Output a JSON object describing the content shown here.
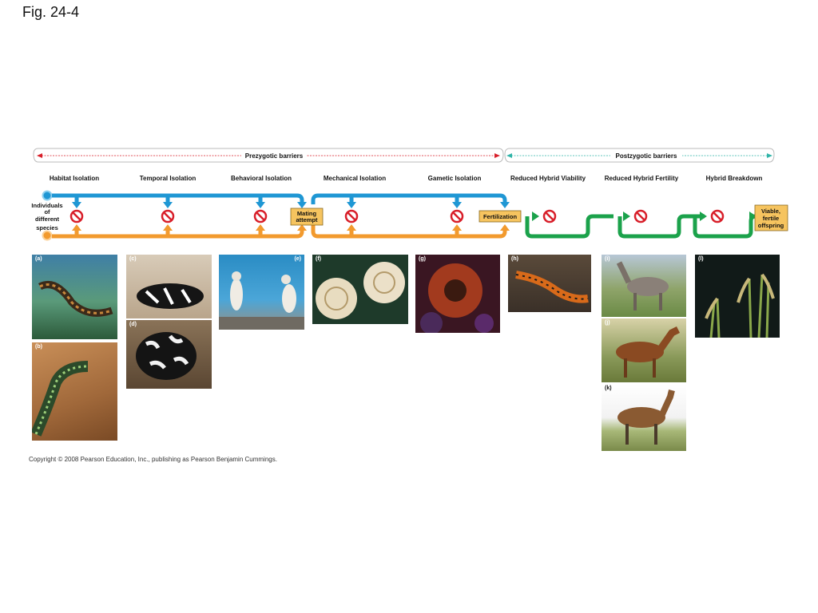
{
  "figure_label": "Fig. 24-4",
  "copyright": "Copyright © 2008 Pearson Education, Inc., publishing as Pearson Benjamin Cummings.",
  "barriers": {
    "prezygotic": "Prezygotic barriers",
    "postzygotic": "Postzygotic barriers"
  },
  "stages": [
    "Habitat Isolation",
    "Temporal Isolation",
    "Behavioral Isolation",
    "Mechanical Isolation",
    "Gametic Isolation",
    "Reduced Hybrid Viability",
    "Reduced Hybrid Fertility",
    "Hybrid Breakdown"
  ],
  "start_label": [
    "Individuals",
    "of",
    "different",
    "species"
  ],
  "boxes": {
    "mating": [
      "Mating",
      "attempt"
    ],
    "fertilization": "Fertilization",
    "viable": [
      "Viable,",
      "fertile",
      "offspring"
    ]
  },
  "photo_tags": [
    "(a)",
    "(b)",
    "(c)",
    "(d)",
    "(e)",
    "(f)",
    "(g)",
    "(h)",
    "(i)",
    "(j)",
    "(k)",
    "(l)"
  ],
  "colors": {
    "blue": "#1f97d4",
    "orange": "#f29a2e",
    "green": "#1ba24b",
    "red": "#d81f2a",
    "teal": "#2fb4a8",
    "box": "#f6c45f"
  }
}
